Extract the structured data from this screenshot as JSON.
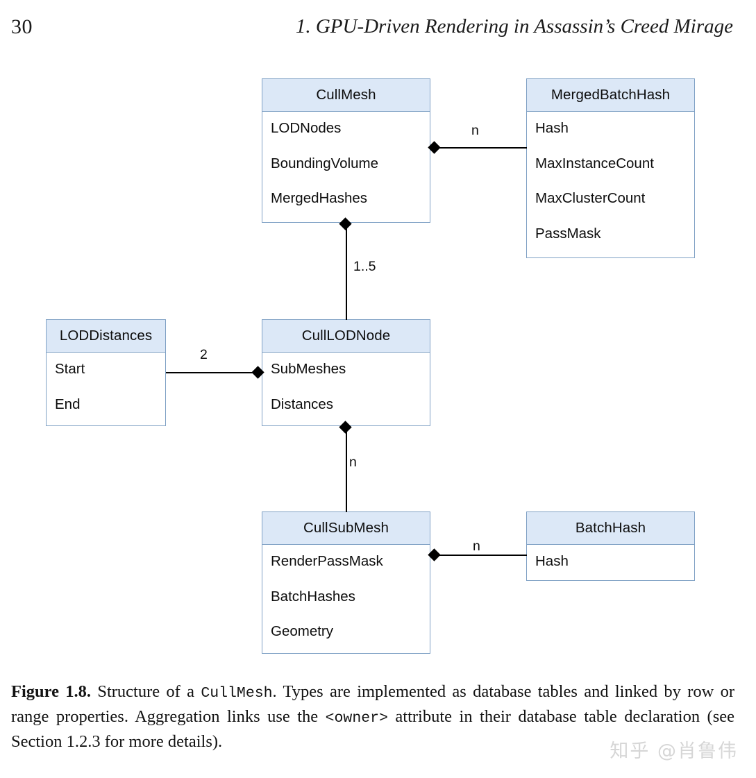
{
  "page": {
    "number": "30",
    "running_head": "1. GPU-Driven Rendering in Assassin’s Creed Mirage"
  },
  "watermark": {
    "text": "知乎 @肖鲁伟"
  },
  "colors": {
    "box_border": "#7ea0c4",
    "box_header_fill": "#dce8f7",
    "box_body_fill": "#ffffff",
    "edge": "#000000",
    "text": "#0d0d0d",
    "watermark": "#d6d6d6"
  },
  "chart_data": {
    "type": "diagram",
    "title": "Structure of a CullMesh",
    "notation": "UML class diagram with aggregation (filled diamond) links",
    "nodes": [
      {
        "id": "cull-mesh",
        "title": "CullMesh",
        "attributes": [
          "LODNodes",
          "BoundingVolume",
          "MergedHashes"
        ]
      },
      {
        "id": "merged-batch-hash",
        "title": "MergedBatchHash",
        "attributes": [
          "Hash",
          "MaxInstanceCount",
          "MaxClusterCount",
          "PassMask"
        ]
      },
      {
        "id": "lod-distances",
        "title": "LODDistances",
        "attributes": [
          "Start",
          "End"
        ]
      },
      {
        "id": "cull-lod-node",
        "title": "CullLODNode",
        "attributes": [
          "SubMeshes",
          "Distances"
        ]
      },
      {
        "id": "cull-sub-mesh",
        "title": "CullSubMesh",
        "attributes": [
          "RenderPassMask",
          "BatchHashes",
          "Geometry"
        ]
      },
      {
        "id": "batch-hash",
        "title": "BatchHash",
        "attributes": [
          "Hash"
        ]
      }
    ],
    "edges": [
      {
        "id": "e1",
        "owner": "cull-mesh",
        "target": "merged-batch-hash",
        "multiplicity": "n"
      },
      {
        "id": "e2",
        "owner": "cull-mesh",
        "target": "cull-lod-node",
        "multiplicity": "1..5"
      },
      {
        "id": "e3",
        "owner": "cull-lod-node",
        "target": "lod-distances",
        "multiplicity": "2"
      },
      {
        "id": "e4",
        "owner": "cull-lod-node",
        "target": "cull-sub-mesh",
        "multiplicity": "n"
      },
      {
        "id": "e5",
        "owner": "cull-sub-mesh",
        "target": "batch-hash",
        "multiplicity": "n"
      }
    ]
  },
  "caption": {
    "label": "Figure 1.8.",
    "part1": "Structure of a ",
    "code1": "CullMesh",
    "part2": ". Types are implemented as database tables and linked by row or range properties. Aggregation links use the ",
    "code2": "<owner>",
    "part3": " attribute in their database table declaration (see Section 1.2.3 for more details)."
  }
}
